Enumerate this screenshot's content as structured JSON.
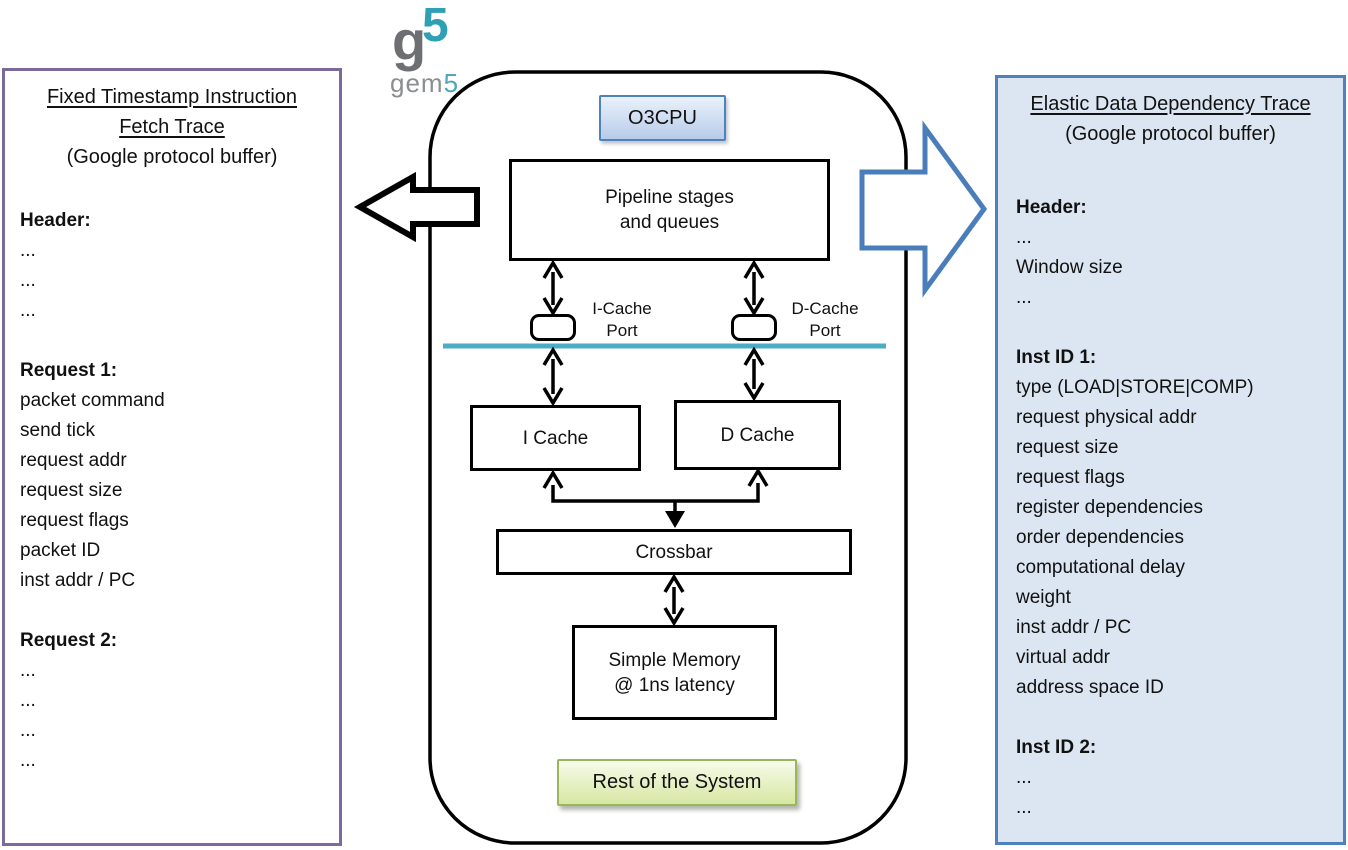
{
  "logo": {
    "mark_g": "g",
    "mark_5": "5",
    "word_gem": "gem",
    "word_5": "5"
  },
  "colors": {
    "fetch_panel_border": "#7c6a9b",
    "elastic_panel_border": "#4f81bd",
    "elastic_panel_bg": "#dce6f2",
    "teal_divider": "#4bacc6",
    "blue_arrow": "#4a7ebb",
    "o3cpu_border": "#4f81bd",
    "rest_border": "#9bb55a"
  },
  "panels": {
    "fetch": {
      "title_line1": "Fixed Timestamp Instruction",
      "title_line2": "Fetch Trace",
      "subtitle": "(Google protocol buffer)",
      "lines": [
        {
          "t": "Header:",
          "b": true
        },
        {
          "t": "..."
        },
        {
          "t": "..."
        },
        {
          "t": "..."
        },
        {
          "t": "Request 1:",
          "b": true,
          "gap": true
        },
        {
          "t": "packet command"
        },
        {
          "t": "send tick"
        },
        {
          "t": "request addr"
        },
        {
          "t": "request size"
        },
        {
          "t": "request flags"
        },
        {
          "t": "packet ID"
        },
        {
          "t": "inst addr / PC"
        },
        {
          "t": "Request 2:",
          "b": true,
          "gap": true
        },
        {
          "t": "..."
        },
        {
          "t": "..."
        },
        {
          "t": "..."
        },
        {
          "t": "..."
        }
      ]
    },
    "elastic": {
      "title_line1": "Elastic Data Dependency Trace",
      "subtitle": "(Google protocol buffer)",
      "lines": [
        {
          "t": "Header:",
          "b": true
        },
        {
          "t": "..."
        },
        {
          "t": "Window size"
        },
        {
          "t": "..."
        },
        {
          "t": "Inst ID 1:",
          "b": true,
          "gap": true
        },
        {
          "t": "type (LOAD|STORE|COMP)"
        },
        {
          "t": "request physical addr"
        },
        {
          "t": "request size"
        },
        {
          "t": "request flags"
        },
        {
          "t": "register dependencies"
        },
        {
          "t": "order dependencies"
        },
        {
          "t": "computational delay"
        },
        {
          "t": "weight"
        },
        {
          "t": "inst addr / PC"
        },
        {
          "t": "virtual addr"
        },
        {
          "t": "address space ID"
        },
        {
          "t": "Inst ID 2:",
          "b": true,
          "gap": true
        },
        {
          "t": "..."
        },
        {
          "t": "..."
        }
      ]
    }
  },
  "diagram": {
    "cpu_label": "O3CPU",
    "pipeline_line1": "Pipeline stages",
    "pipeline_line2": "and queues",
    "icache_port_line1": "I-Cache",
    "icache_port_line2": "Port",
    "dcache_port_line1": "D-Cache",
    "dcache_port_line2": "Port",
    "icache_label": "I Cache",
    "dcache_label": "D Cache",
    "crossbar_label": "Crossbar",
    "memory_line1": "Simple Memory",
    "memory_line2": "@ 1ns latency",
    "rest_label": "Rest of the System"
  }
}
